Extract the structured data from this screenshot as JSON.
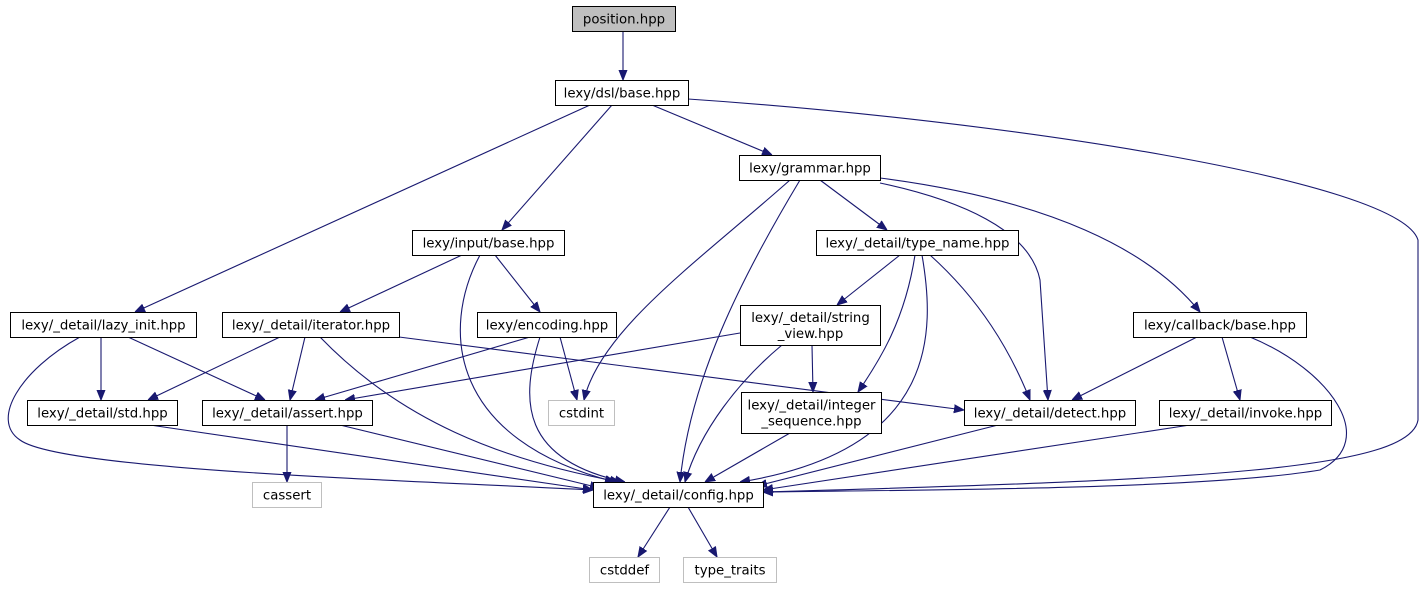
{
  "diagram": {
    "type": "include-dependency-graph",
    "colors": {
      "edge": "#191970",
      "node_border": "#000000",
      "root_fill": "#bfbfbf",
      "node_fill": "#ffffff",
      "external_border": "#bfbfbf"
    },
    "nodes": [
      {
        "id": "position",
        "label": [
          "position.hpp"
        ],
        "kind": "root"
      },
      {
        "id": "dsl_base",
        "label": [
          "lexy/dsl/base.hpp"
        ],
        "kind": "internal"
      },
      {
        "id": "grammar",
        "label": [
          "lexy/grammar.hpp"
        ],
        "kind": "internal"
      },
      {
        "id": "input_base",
        "label": [
          "lexy/input/base.hpp"
        ],
        "kind": "internal"
      },
      {
        "id": "type_name",
        "label": [
          "lexy/_detail/type_name.hpp"
        ],
        "kind": "internal"
      },
      {
        "id": "lazy_init",
        "label": [
          "lexy/_detail/lazy_init.hpp"
        ],
        "kind": "internal"
      },
      {
        "id": "iterator",
        "label": [
          "lexy/_detail/iterator.hpp"
        ],
        "kind": "internal"
      },
      {
        "id": "encoding",
        "label": [
          "lexy/encoding.hpp"
        ],
        "kind": "internal"
      },
      {
        "id": "string_view",
        "label": [
          "lexy/_detail/string",
          "_view.hpp"
        ],
        "kind": "internal"
      },
      {
        "id": "callback_base",
        "label": [
          "lexy/callback/base.hpp"
        ],
        "kind": "internal"
      },
      {
        "id": "std",
        "label": [
          "lexy/_detail/std.hpp"
        ],
        "kind": "internal"
      },
      {
        "id": "assert",
        "label": [
          "lexy/_detail/assert.hpp"
        ],
        "kind": "internal"
      },
      {
        "id": "cstdint",
        "label": [
          "cstdint"
        ],
        "kind": "external"
      },
      {
        "id": "integer_sequence",
        "label": [
          "lexy/_detail/integer",
          "_sequence.hpp"
        ],
        "kind": "internal"
      },
      {
        "id": "detect",
        "label": [
          "lexy/_detail/detect.hpp"
        ],
        "kind": "internal"
      },
      {
        "id": "invoke",
        "label": [
          "lexy/_detail/invoke.hpp"
        ],
        "kind": "internal"
      },
      {
        "id": "cassert",
        "label": [
          "cassert"
        ],
        "kind": "external"
      },
      {
        "id": "config",
        "label": [
          "lexy/_detail/config.hpp"
        ],
        "kind": "internal"
      },
      {
        "id": "cstddef",
        "label": [
          "cstddef"
        ],
        "kind": "external"
      },
      {
        "id": "type_traits",
        "label": [
          "type_traits"
        ],
        "kind": "external"
      }
    ],
    "edges": [
      [
        "position",
        "dsl_base"
      ],
      [
        "dsl_base",
        "grammar"
      ],
      [
        "dsl_base",
        "input_base"
      ],
      [
        "dsl_base",
        "lazy_init"
      ],
      [
        "dsl_base",
        "config"
      ],
      [
        "grammar",
        "type_name"
      ],
      [
        "grammar",
        "callback_base"
      ],
      [
        "grammar",
        "detect"
      ],
      [
        "grammar",
        "cstdint"
      ],
      [
        "grammar",
        "config"
      ],
      [
        "input_base",
        "iterator"
      ],
      [
        "input_base",
        "encoding"
      ],
      [
        "input_base",
        "config"
      ],
      [
        "type_name",
        "string_view"
      ],
      [
        "type_name",
        "integer_sequence"
      ],
      [
        "type_name",
        "detect"
      ],
      [
        "type_name",
        "config"
      ],
      [
        "lazy_init",
        "std"
      ],
      [
        "lazy_init",
        "assert"
      ],
      [
        "lazy_init",
        "config"
      ],
      [
        "iterator",
        "std"
      ],
      [
        "iterator",
        "assert"
      ],
      [
        "iterator",
        "detect"
      ],
      [
        "iterator",
        "config"
      ],
      [
        "encoding",
        "assert"
      ],
      [
        "encoding",
        "cstdint"
      ],
      [
        "encoding",
        "config"
      ],
      [
        "string_view",
        "assert"
      ],
      [
        "string_view",
        "integer_sequence"
      ],
      [
        "string_view",
        "config"
      ],
      [
        "callback_base",
        "detect"
      ],
      [
        "callback_base",
        "invoke"
      ],
      [
        "callback_base",
        "config"
      ],
      [
        "std",
        "config"
      ],
      [
        "assert",
        "cassert"
      ],
      [
        "assert",
        "config"
      ],
      [
        "integer_sequence",
        "config"
      ],
      [
        "detect",
        "config"
      ],
      [
        "invoke",
        "config"
      ],
      [
        "config",
        "cstddef"
      ],
      [
        "config",
        "type_traits"
      ]
    ]
  }
}
